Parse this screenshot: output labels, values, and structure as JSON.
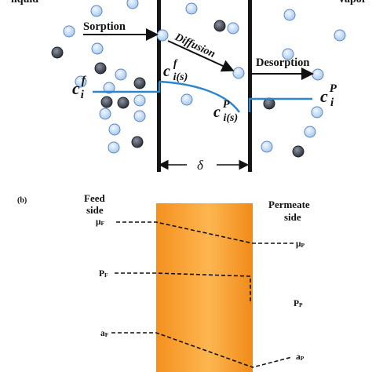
{
  "panel_a": {
    "corner_left": "liquid",
    "corner_right": "vapor",
    "sorption": "Sorption",
    "diffusion": "Diffusion",
    "desorption": "Desorption",
    "thickness": "δ",
    "c_feed": {
      "base": "c",
      "sup": "f",
      "sub": "i"
    },
    "c_feed_surface": {
      "base": "c",
      "sup": "f",
      "sub": "i(s)"
    },
    "c_perm_surface": {
      "base": "c",
      "sup": "P",
      "sub": "i(s)"
    },
    "c_perm": {
      "base": "c",
      "sup": "P",
      "sub": "i"
    }
  },
  "panel_b": {
    "tag": "(b)",
    "feed_line1": "Feed",
    "feed_line2": "side",
    "perm_line1": "Permeate",
    "perm_line2": "side",
    "mu_f": {
      "base": "μ",
      "sub": "F"
    },
    "p_f": {
      "base": "P",
      "sub": "F"
    },
    "a_f": {
      "base": "a",
      "sub": "F"
    },
    "mu_p": {
      "base": "μ",
      "sub": "P"
    },
    "p_p": {
      "base": "P",
      "sub": "P"
    },
    "a_p": {
      "base": "a",
      "sub": "P"
    }
  },
  "colors": {
    "light_molecule": "#bcd5f1",
    "light_molecule_edge": "#5a86c2",
    "dark_molecule": "#3e454f",
    "profile_line": "#2b86cc",
    "membrane_orange": "#f79a2c",
    "membrane_light": "#ffc56e"
  }
}
